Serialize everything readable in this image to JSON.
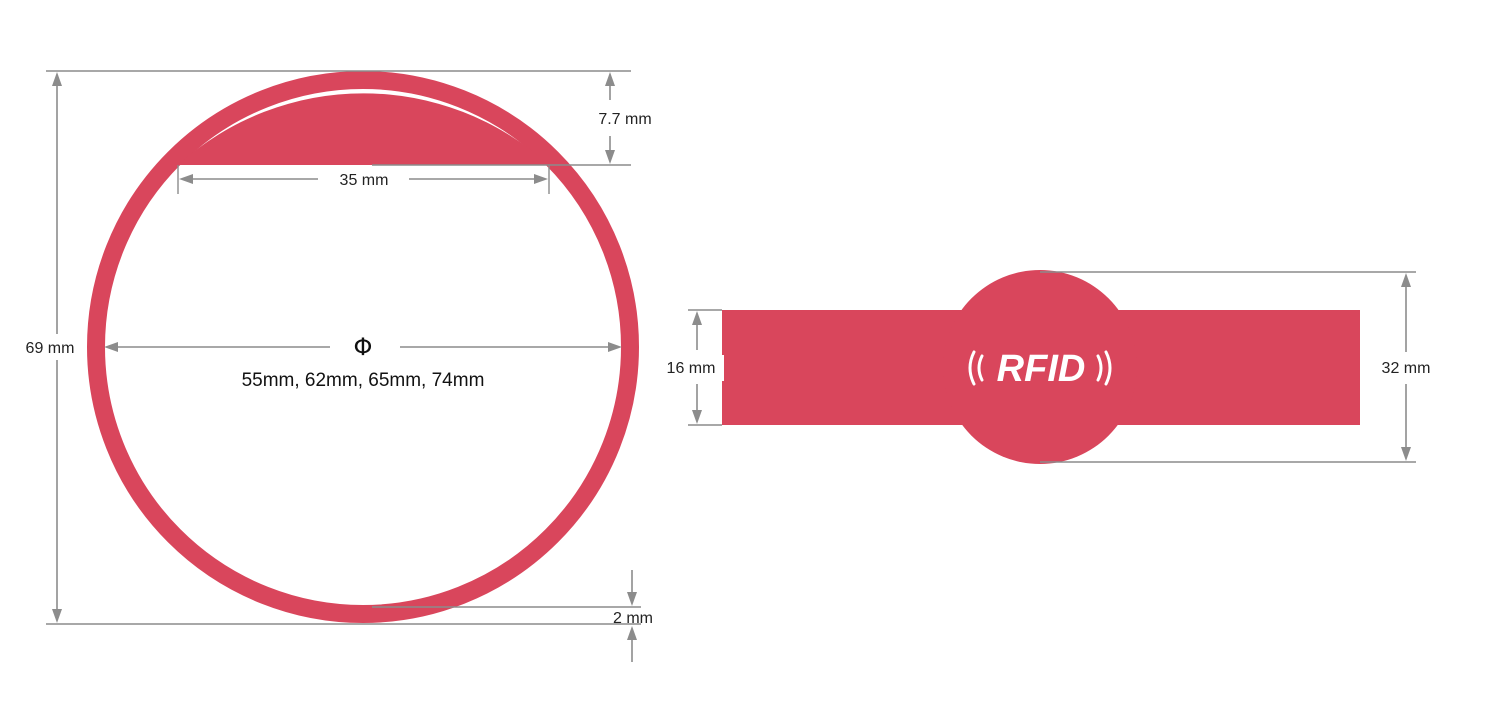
{
  "colors": {
    "band": "#d9465c",
    "dimension": "#8c8c8c",
    "text": "#222222"
  },
  "round_view": {
    "overall_height_label": "69 mm",
    "chip_depth_label": "7.7 mm",
    "chip_width_label": "35 mm",
    "diameter_symbol": "Φ",
    "diameter_options_label": "55mm, 62mm, 65mm, 74mm",
    "band_thickness_label": "2 mm"
  },
  "flat_view": {
    "band_width_label": "16 mm",
    "chip_width_label": "32 mm",
    "logo_text": "RFID",
    "logo_icon": "rfid-signal-waves-icon"
  }
}
